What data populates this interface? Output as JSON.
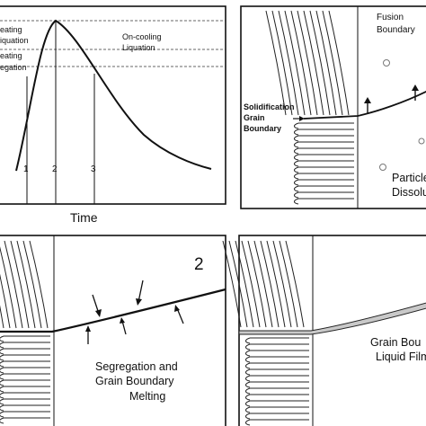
{
  "panel_thermal": {
    "heating_liquation_label": [
      "eating",
      "iquation"
    ],
    "heating_segregation_label": [
      "eating",
      "egation"
    ],
    "cooling_label": [
      "On-cooling",
      "Liquation"
    ],
    "markers": [
      "1",
      "2",
      "3"
    ],
    "x_axis_label": "Time"
  },
  "panel_top_right": {
    "fusion_label": [
      "Fusion",
      "Boundary"
    ],
    "solidification_label": [
      "Solidification",
      "Grain",
      "Boundary"
    ],
    "particle_label": [
      "Particle",
      "Dissolu"
    ]
  },
  "panel_bottom_left": {
    "stage_number": "2",
    "caption": [
      "Segregation and",
      "Grain Boundary",
      "Melting"
    ]
  },
  "panel_bottom_right": {
    "caption": [
      "Grain Bou",
      "Liquid Film"
    ]
  }
}
